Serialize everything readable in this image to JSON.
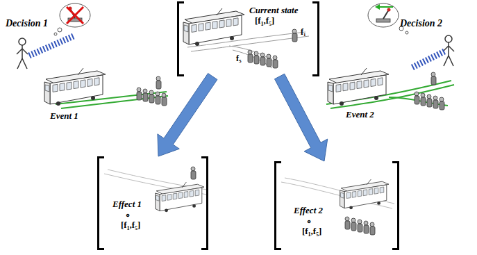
{
  "diagram": {
    "nodes": [
      {
        "text": [
          "Current state",
          "[f₁,f₅]"
        ]
      },
      {
        "text": [
          "Effect 1",
          "∘",
          "[f₁,f₅]"
        ]
      },
      {
        "text": [
          "Effect 2",
          "∘",
          "[f₁,f₅]"
        ]
      }
    ],
    "edges": [
      {
        "from": 0,
        "to": 1,
        "arrow": "to"
      },
      {
        "from": 0,
        "to": 2,
        "arrow": "to"
      }
    ],
    "labels": [
      "f₁",
      "f₅",
      "Decision 1",
      "Event 1",
      "Decision 2",
      "Event 2"
    ]
  }
}
